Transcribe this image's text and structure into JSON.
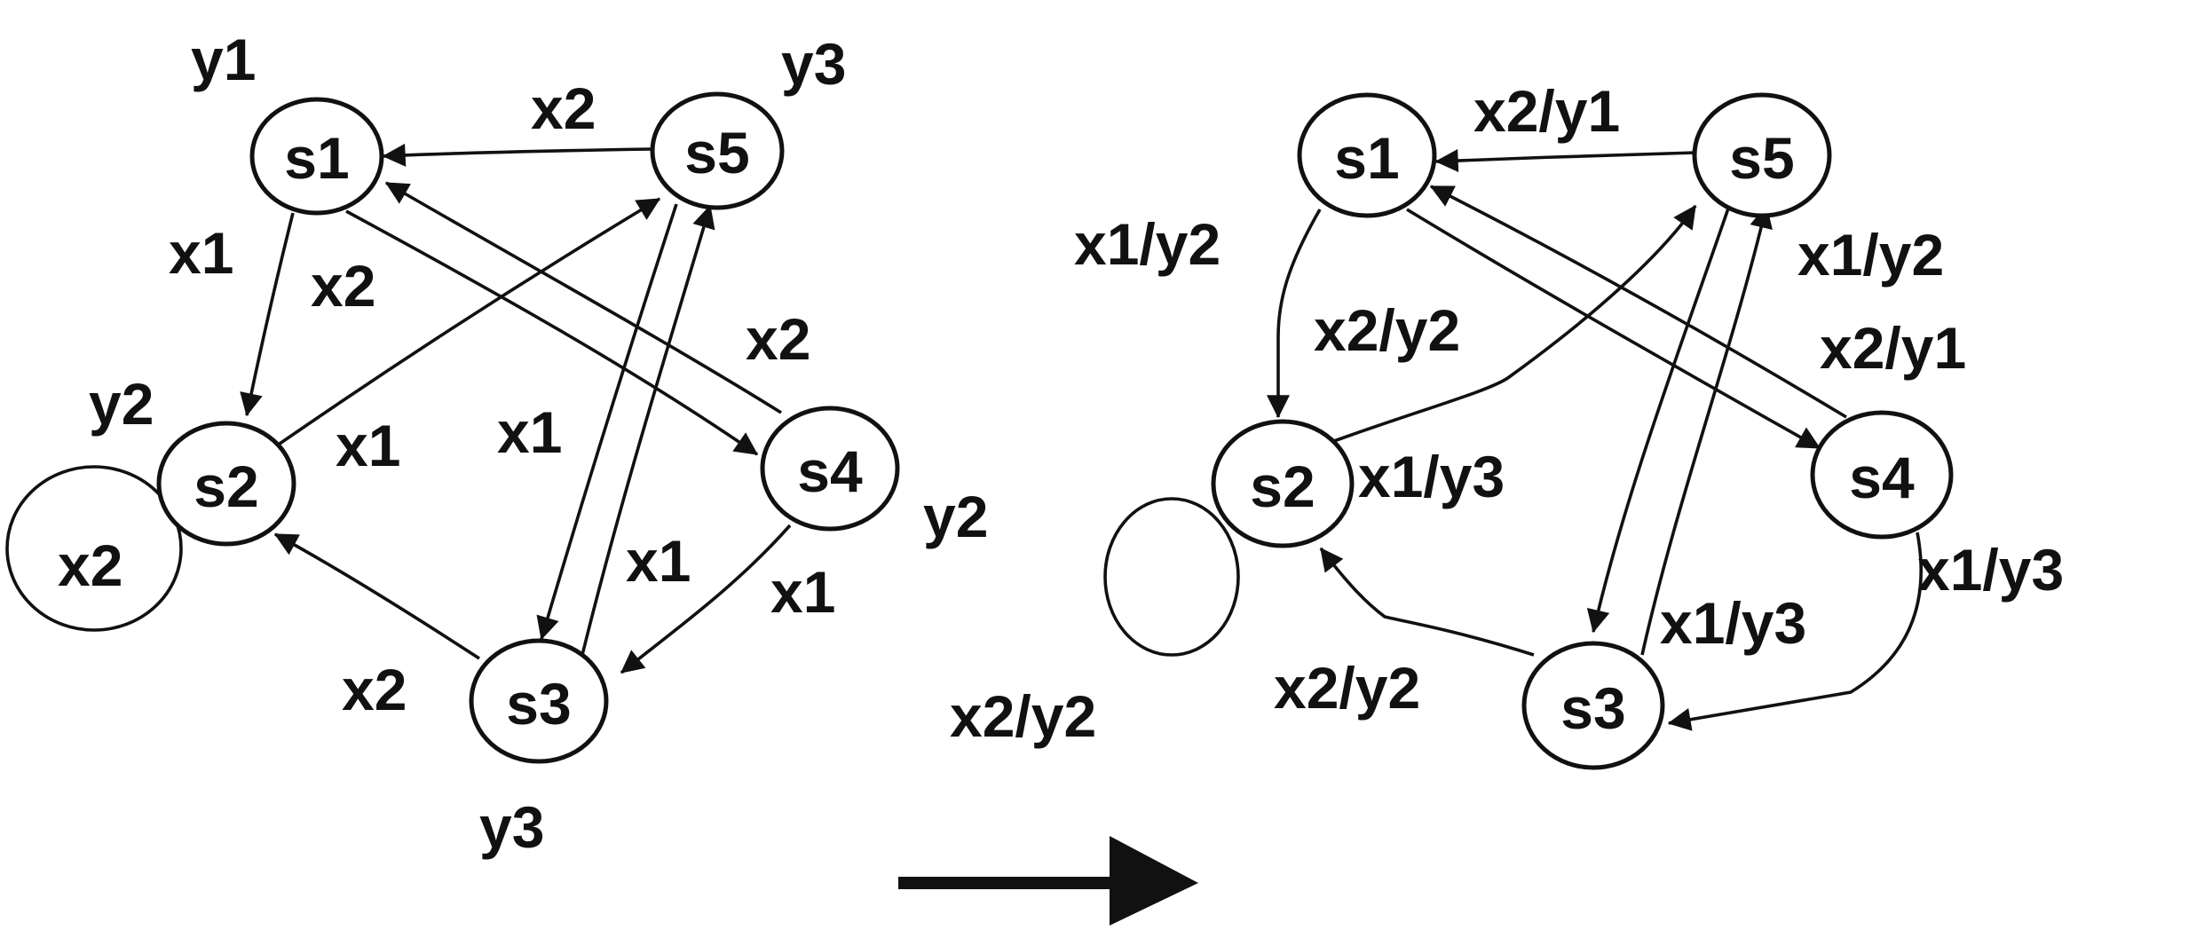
{
  "moore": {
    "states": {
      "s1": {
        "label": "s1",
        "output": "y1"
      },
      "s2": {
        "label": "s2",
        "output": "y2"
      },
      "s3": {
        "label": "s3",
        "output": "y3"
      },
      "s4": {
        "label": "s4",
        "output": "y2"
      },
      "s5": {
        "label": "s5",
        "output": "y3"
      }
    },
    "transitions": {
      "s5_s1": "x2",
      "s1_s2": "x1",
      "s1_s4": "x2",
      "s2_s5": "x1",
      "s4_s1": "x2",
      "s5_s3": "x1",
      "s3_s5": "x1",
      "s4_s3": "x1",
      "s3_s2": "x2",
      "s2_s2": "x2"
    }
  },
  "mealy": {
    "states": {
      "s1": "s1",
      "s2": "s2",
      "s3": "s3",
      "s4": "s4",
      "s5": "s5"
    },
    "transitions": {
      "s5_s1": "x2/y1",
      "s1_s2": "x1/y2",
      "s2_s5": "x2/y2",
      "s4_s1": "x2/y1",
      "s5_s3": "x1/y2",
      "s2_s2": "x1/y3",
      "s3_s5": "x1/y3",
      "s4_s3": "x1/y3",
      "s3_s2": "x2/y2",
      "self_loop_label": "x2/y2"
    }
  }
}
